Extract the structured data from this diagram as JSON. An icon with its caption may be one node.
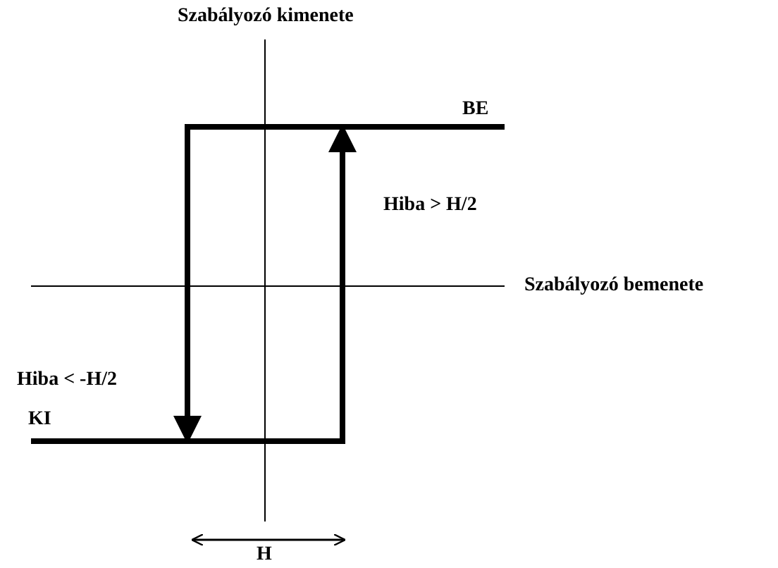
{
  "diagram": {
    "labels": [
      "Szabályozó kimenete",
      "BE",
      "Hiba > H/2",
      "Szabályozó bemenete",
      "Hiba < -H/2",
      "KI",
      "H"
    ]
  }
}
